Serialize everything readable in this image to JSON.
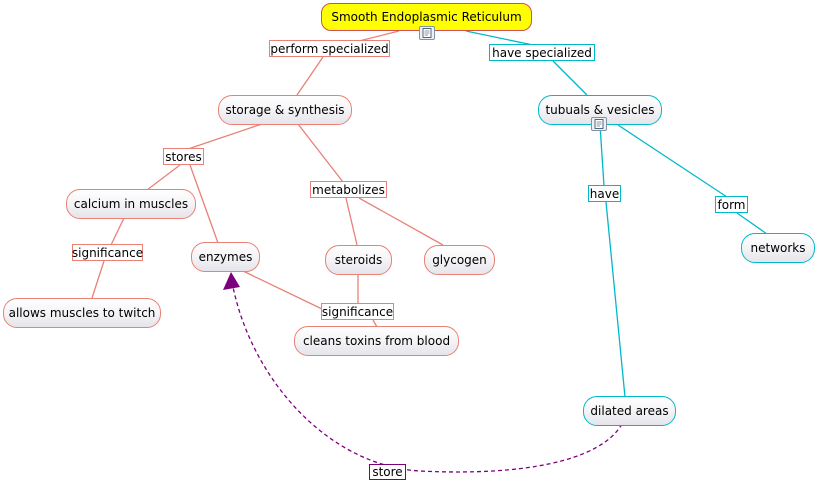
{
  "nodes": {
    "root": "Smooth Endoplasmic Reticulum",
    "storage_synthesis": "storage & synthesis",
    "tubuals_vesicles": "tubuals & vesicles",
    "calcium_in_muscles": "calcium in muscles",
    "enzymes": "enzymes",
    "steroids": "steroids",
    "glycogen": "glycogen",
    "networks": "networks",
    "allows_muscles_to_twitch": "allows muscles to twitch",
    "cleans_toxins_from_blood": "cleans toxins from blood",
    "dilated_areas": "dilated areas"
  },
  "linking_phrases": {
    "perform_specialized": "perform specialized",
    "have_specialized": "have specialized",
    "stores": "stores",
    "metabolizes": "metabolizes",
    "have": "have",
    "form": "form",
    "significance_calcium": "significance",
    "significance_toxins": "significance",
    "store": "store"
  },
  "icons": {
    "root_resource": "resource-page-icon",
    "tubuals_resource": "resource-page-icon"
  },
  "colors": {
    "root_fill": "#ffff00",
    "red_branch": "#e98176",
    "cyan_branch": "#00b9c9",
    "purple_link": "#7d007d"
  }
}
